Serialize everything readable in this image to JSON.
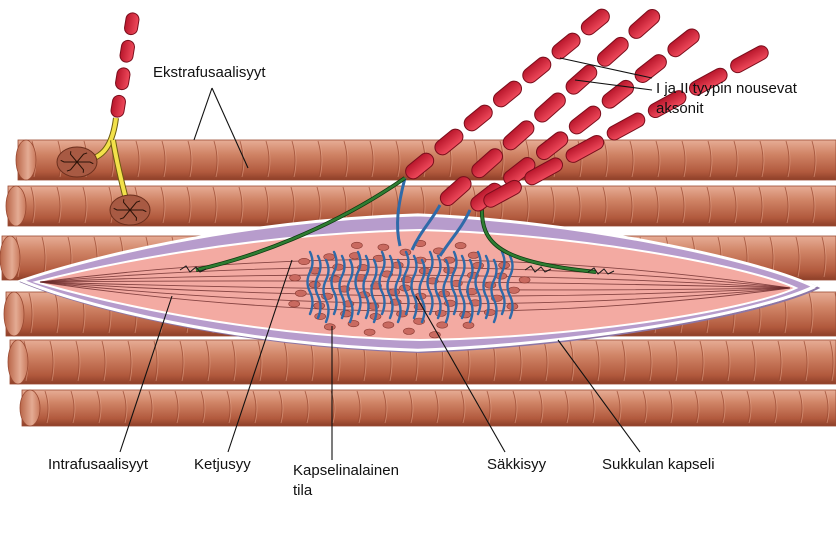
{
  "labels": {
    "extrafusal": "Ekstrafusaalisyyt",
    "afferent_line1": "I ja II tyypin nousevat",
    "afferent_line2": "aksonit",
    "intrafusal": "Intrafusaalisyyt",
    "chain": "Ketjusyy",
    "subcapsular_line1": "Kapselinalainen",
    "subcapsular_line2": "tila",
    "bag": "Säkkisyy",
    "capsule": "Sukkulan kapseli"
  },
  "colors": {
    "muscle_fiber": "#c8765a",
    "muscle_fiber_light": "#e3a58c",
    "muscle_fiber_dark": "#9a4a32",
    "capsule": "#b79ccc",
    "capsule_edge": "#8c76a6",
    "spindle_interior": "#f3aaa2",
    "axon_myelin": "#d9263c",
    "sensory_ending": "#2f6aa8",
    "motor_axon": "#2e7d32",
    "extrafusal_motor_axon": "#f2e14a",
    "nucleus": "#c96a60"
  }
}
